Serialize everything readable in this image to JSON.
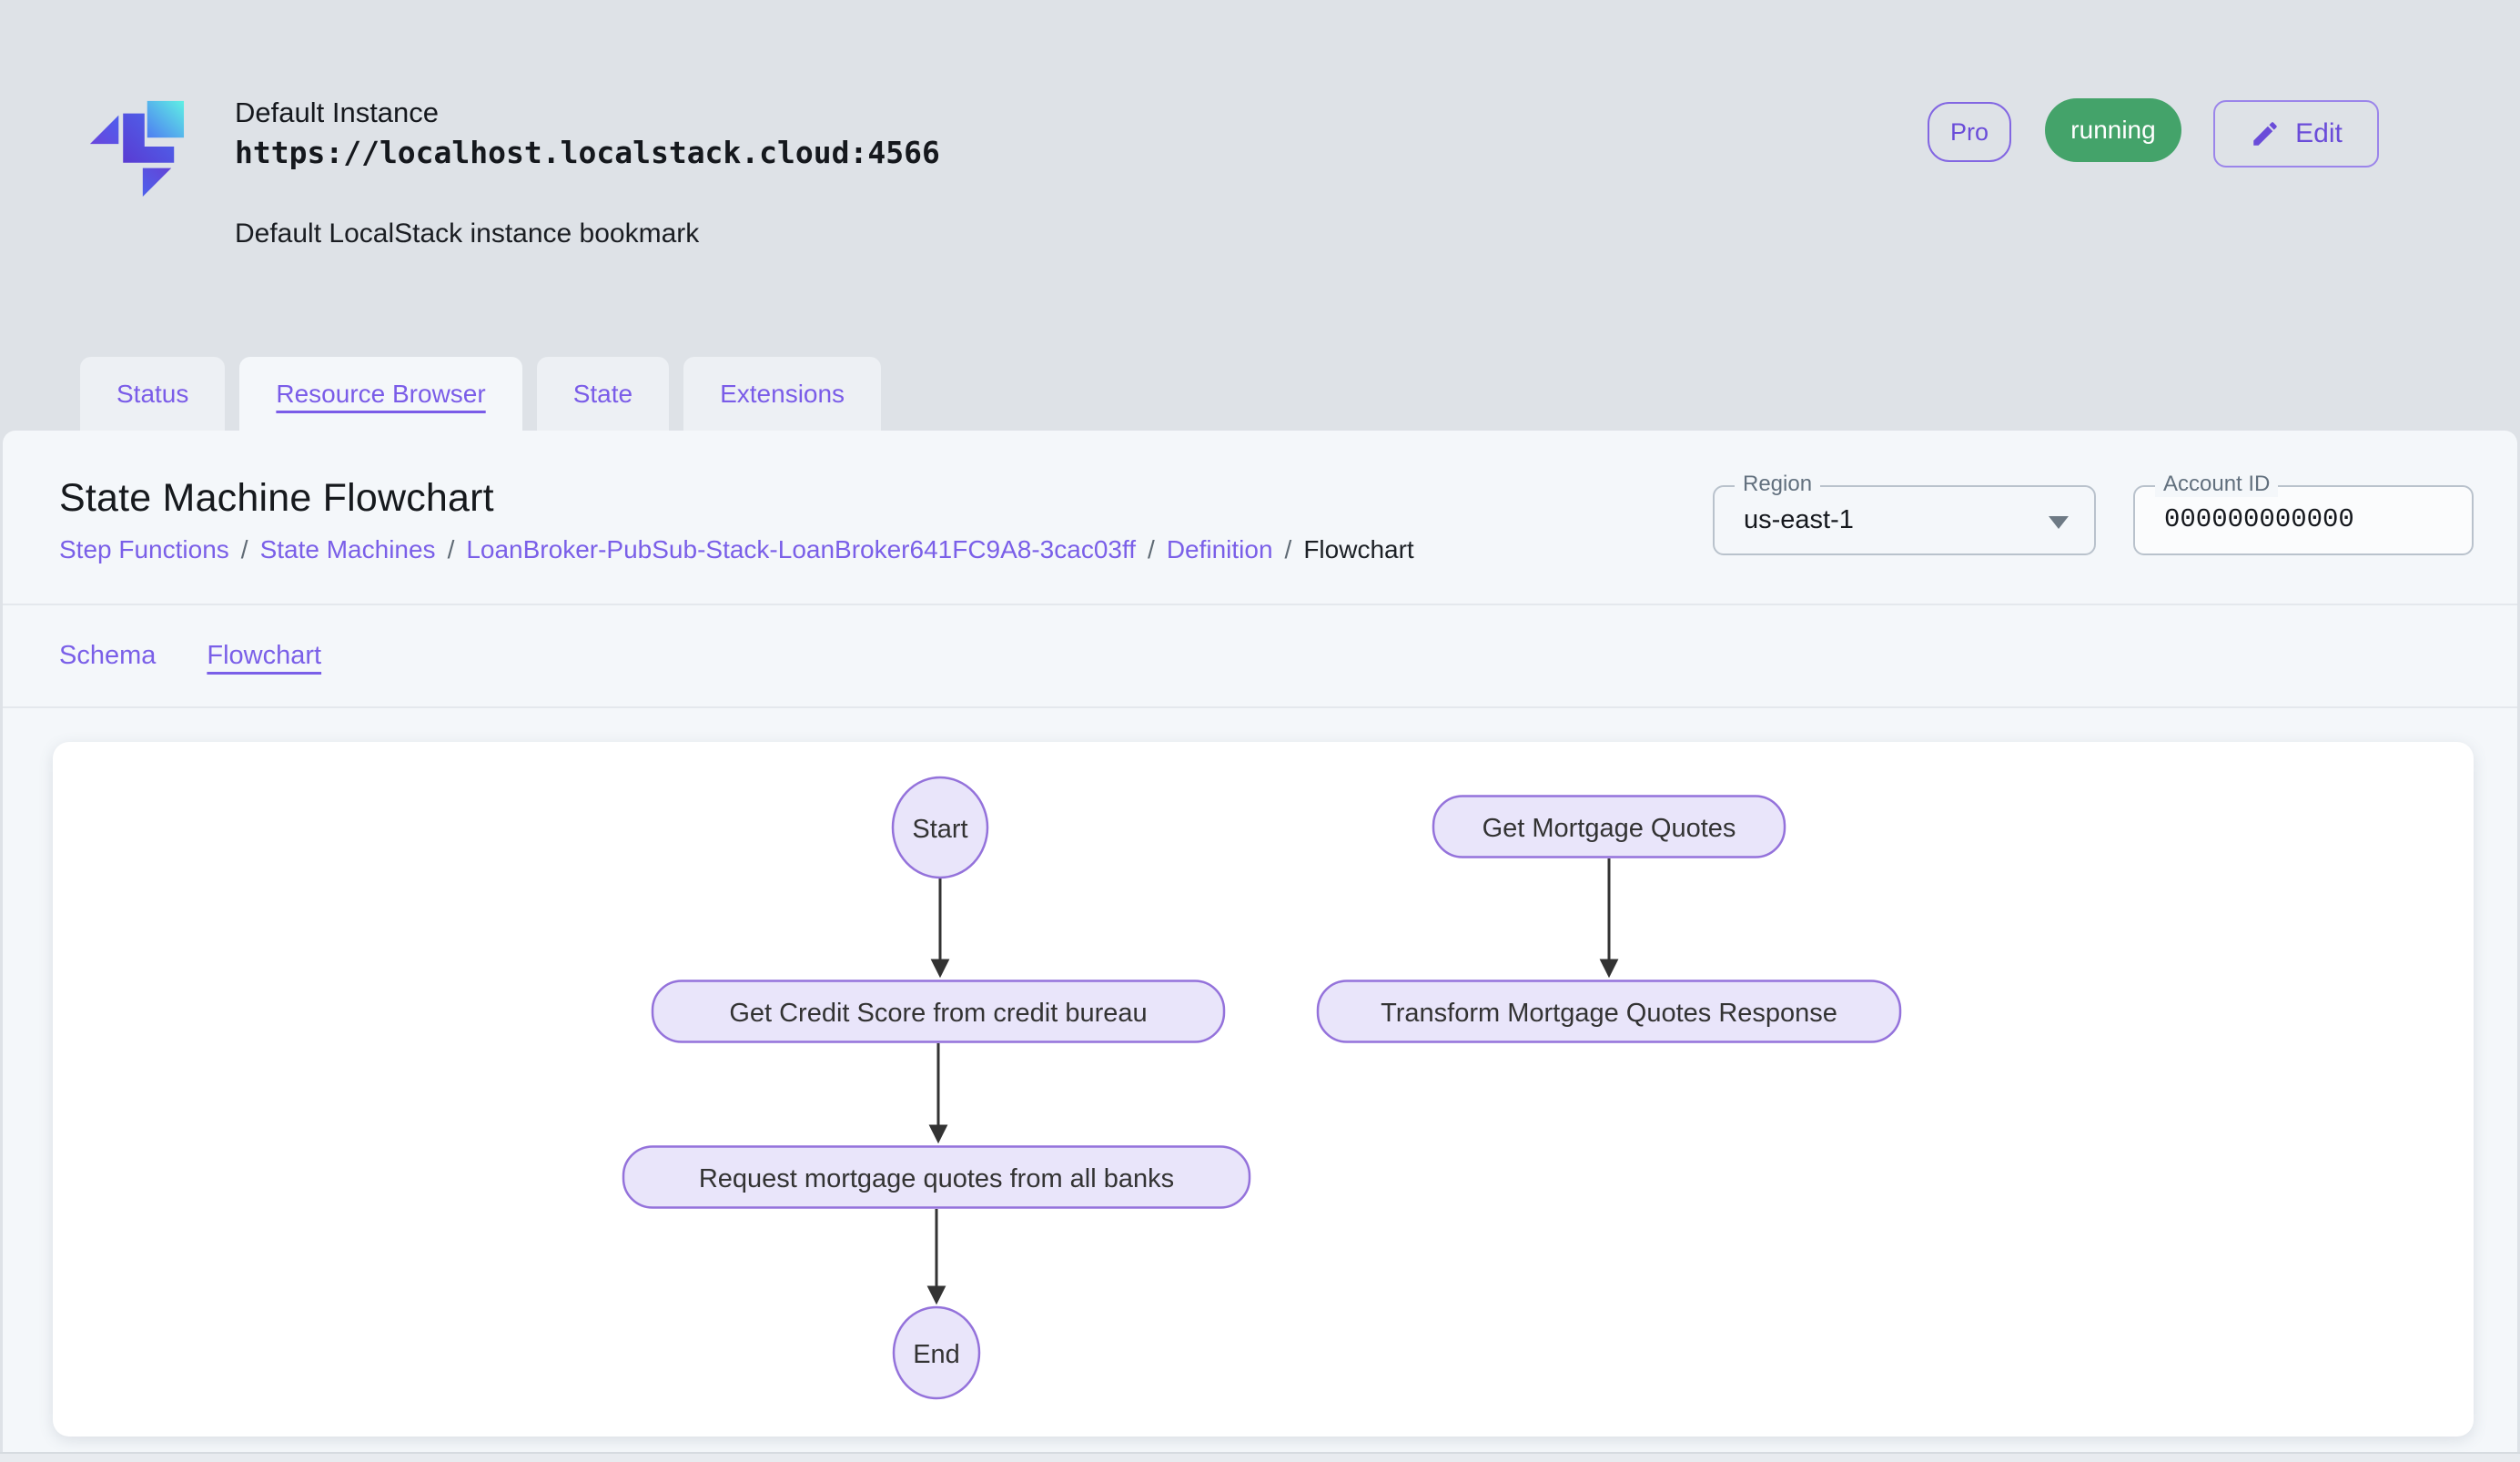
{
  "header": {
    "instance_name": "Default Instance",
    "instance_url": "https://localhost.localstack.cloud:4566",
    "instance_description": "Default LocalStack instance bookmark",
    "pro_badge": "Pro",
    "status_badge": "running",
    "edit_label": "Edit"
  },
  "tabs": [
    {
      "label": "Status",
      "active": false
    },
    {
      "label": "Resource Browser",
      "active": true
    },
    {
      "label": "State",
      "active": false
    },
    {
      "label": "Extensions",
      "active": false
    }
  ],
  "page": {
    "title": "State Machine Flowchart",
    "breadcrumb_separator": "/",
    "breadcrumb": [
      {
        "label": "Step Functions",
        "link": true
      },
      {
        "label": "State Machines",
        "link": true
      },
      {
        "label": "LoanBroker-PubSub-Stack-LoanBroker641FC9A8-3cac03ff",
        "link": true
      },
      {
        "label": "Definition",
        "link": true
      },
      {
        "label": "Flowchart",
        "link": false
      }
    ],
    "region": {
      "label": "Region",
      "value": "us-east-1"
    },
    "account": {
      "label": "Account ID",
      "value": "000000000000"
    }
  },
  "subtabs": [
    {
      "label": "Schema",
      "active": false
    },
    {
      "label": "Flowchart",
      "active": true
    }
  ],
  "flowchart": {
    "direction": "top-down",
    "nodes": [
      {
        "id": "Start",
        "label": "Start",
        "shape": "circle"
      },
      {
        "id": "GetCreditScore",
        "label": "Get Credit Score from credit bureau",
        "shape": "stadium"
      },
      {
        "id": "RequestQuotes",
        "label": "Request mortgage quotes from all banks",
        "shape": "stadium"
      },
      {
        "id": "End",
        "label": "End",
        "shape": "circle"
      },
      {
        "id": "GetMortgageQuotes",
        "label": "Get Mortgage Quotes",
        "shape": "stadium"
      },
      {
        "id": "TransformResponse",
        "label": "Transform Mortgage Quotes Response",
        "shape": "stadium"
      }
    ],
    "edges": [
      {
        "from": "Start",
        "to": "GetCreditScore"
      },
      {
        "from": "GetCreditScore",
        "to": "RequestQuotes"
      },
      {
        "from": "RequestQuotes",
        "to": "End"
      },
      {
        "from": "GetMortgageQuotes",
        "to": "TransformResponse"
      }
    ]
  },
  "colors": {
    "accent_purple": "#7a5fe8",
    "badge_green": "#44a36a",
    "node_fill": "#e9e5fa",
    "node_border": "#9472db",
    "arrow": "#333333",
    "page_background": "#dee2e7",
    "panel_background": "#f4f7fa"
  }
}
